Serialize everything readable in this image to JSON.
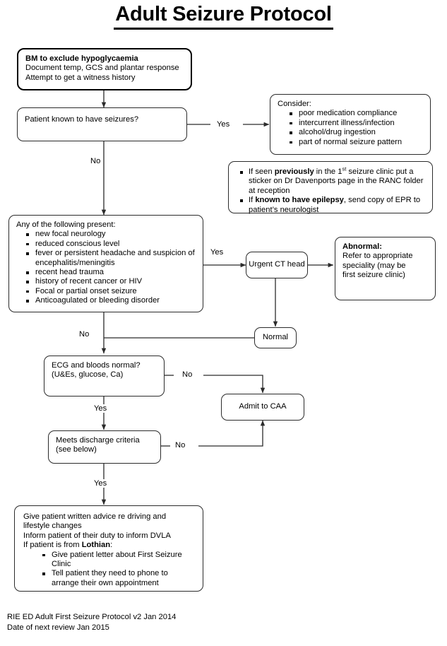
{
  "document": {
    "title": "Adult Seizure Protocol",
    "footer_line1": "RIE ED Adult First Seizure Protocol v2 Jan 2014",
    "footer_line2": "Date of next review Jan 2015"
  },
  "nodes": {
    "bm": {
      "line1_bold": "BM to exclude hypoglycaemia",
      "line2": "Document temp, GCS and plantar response",
      "line3": "Attempt to get a witness history"
    },
    "known_seizures": {
      "text": "Patient known to have seizures?"
    },
    "consider": {
      "heading": "Consider:",
      "items": [
        "poor medication compliance",
        "intercurrent illness/infection",
        "alcohol/drug ingestion",
        "part of normal seizure pattern"
      ]
    },
    "note": {
      "item1_a": "If seen ",
      "item1_bold": "previously",
      "item1_b": " in the 1",
      "item1_sup": "st",
      "item1_c": " seizure clinic put a sticker on Dr Davenports page in the RANC folder at reception",
      "item2_a": "If ",
      "item2_bold": "known to have epilepsy",
      "item2_b": ", send copy of EPR to patient’s neurologist"
    },
    "criteria": {
      "heading": "Any of the following present:",
      "items": [
        "new focal neurology",
        "reduced conscious level",
        "fever or persistent headache and suspicion of encephalitis/meningitis",
        "recent head trauma",
        "history of recent cancer or HIV",
        "Focal or partial onset seizure",
        "Anticoagulated or bleeding disorder"
      ]
    },
    "ct_head": {
      "text": "Urgent CT head"
    },
    "abnormal": {
      "heading_bold": "Abnormal",
      "heading_colon": ":",
      "line1": "Refer to appropriate",
      "line2": "speciality (may be",
      "line3": "first seizure clinic)"
    },
    "normal": {
      "text": "Normal"
    },
    "ecg": {
      "line1": "ECG and bloods normal?",
      "line2": "(U&Es, glucose, Ca)"
    },
    "admit": {
      "text": "Admit to CAA"
    },
    "discharge": {
      "line1": "Meets discharge criteria",
      "line2": "(see below)"
    },
    "advice": {
      "line1": "Give patient written advice re driving and",
      "line2": "lifestyle changes",
      "line3": "Inform patient of their duty to inform DVLA",
      "line4_a": "If patient is from ",
      "line4_bold": "Lothian",
      "line4_b": ":",
      "items": [
        "Give patient letter about First Seizure Clinic",
        "Tell patient they need to phone to arrange their own appointment"
      ]
    }
  },
  "edges": {
    "known_yes": "Yes",
    "known_no": "No",
    "criteria_yes": "Yes",
    "criteria_no": "No",
    "ecg_no": "No",
    "ecg_yes": "Yes",
    "discharge_no": "No",
    "discharge_yes": "Yes"
  },
  "style": {
    "line_color": "#2b2b2b",
    "text_color": "#000000",
    "background": "#ffffff"
  }
}
